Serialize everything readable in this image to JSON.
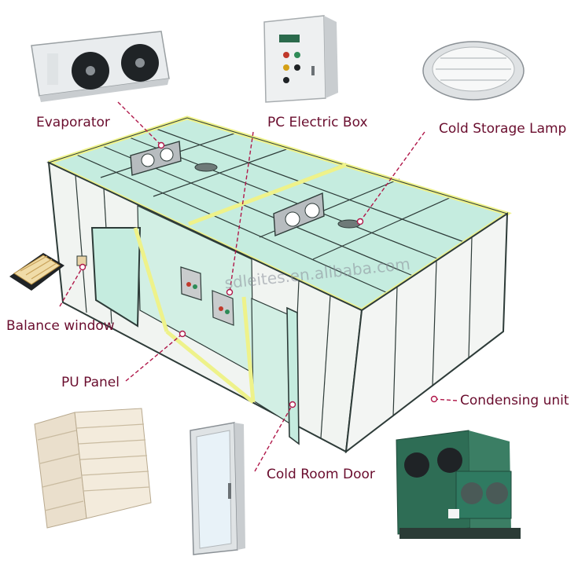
{
  "labels": {
    "evaporator": "Evaporator",
    "electric_box": "PC Electric Box",
    "lamp": "Cold Storage Lamp",
    "balance_window": "Balance window",
    "pu_panel": "PU Panel",
    "condensing_unit": "Condensing unit",
    "door": "Cold Room Door"
  },
  "watermark": "sdleites.en.alibaba.com",
  "colors": {
    "label_text": "#6a0d2e",
    "leader_line": "#b0184a",
    "glass": "#c5ecdf",
    "panel_wall": "#f1f4f1",
    "frame_accent": "#eef28a",
    "panel_lines": "#2d3b38"
  }
}
